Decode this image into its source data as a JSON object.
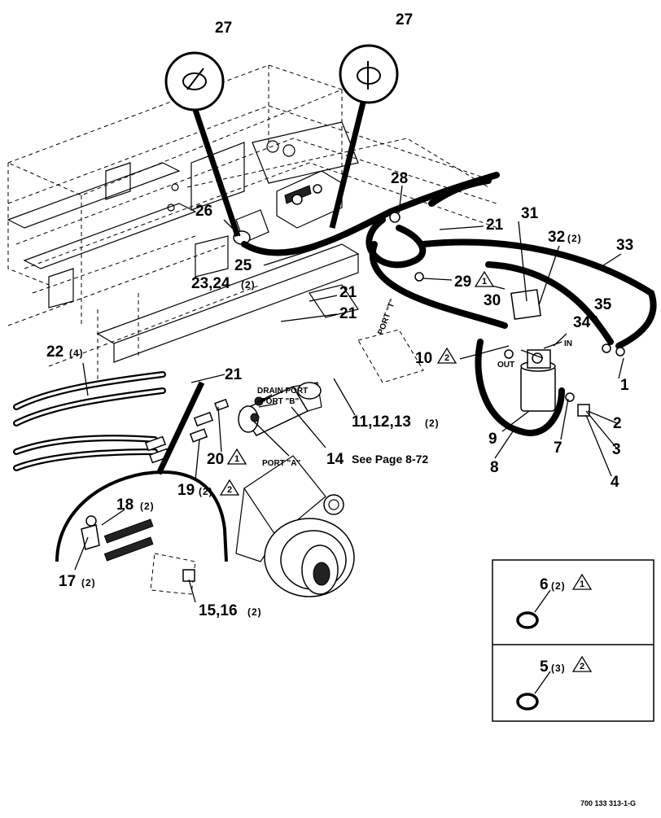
{
  "callouts": {
    "c27a": "27",
    "c27b": "27",
    "c28": "28",
    "c31": "31",
    "c32": "32",
    "c32q": "(2)",
    "c33": "33",
    "c26": "26",
    "c21a": "21",
    "c25": "25",
    "c23": "23,24",
    "c23q": "(2)",
    "c29": "29",
    "c29n": "1",
    "c30": "30",
    "c21b": "21",
    "c21c": "21",
    "c35": "35",
    "c34": "34",
    "c22": "22",
    "c22q": "(4)",
    "c10": "10",
    "c10n": "2",
    "c21d": "21",
    "c11": "11,12,13",
    "c11q": "(2)",
    "c1": "1",
    "c2": "2",
    "c9": "9",
    "c7": "7",
    "c3": "3",
    "c20": "20",
    "c20n": "1",
    "c14": "14",
    "c14note": "See Page 8-72",
    "c8": "8",
    "c4": "4",
    "c19": "19",
    "c19q": "(2)",
    "c19n": "2",
    "c18": "18",
    "c18q": "(2)",
    "c17": "17",
    "c17q": "(2)",
    "c15": "15,16",
    "c15q": "(2)",
    "c6": "6",
    "c6q": "(2)",
    "c6n": "1",
    "c5": "5",
    "c5q": "(3)",
    "c5n": "2"
  },
  "labels": {
    "drain_port": "DRAIN PORT",
    "port_b": "PORT \"B\"",
    "port_a": "PORT \"A\"",
    "port_t": "PORT \"T\"",
    "out": "OUT",
    "in": "IN"
  },
  "figure_ref": "700 133 313-1-G"
}
